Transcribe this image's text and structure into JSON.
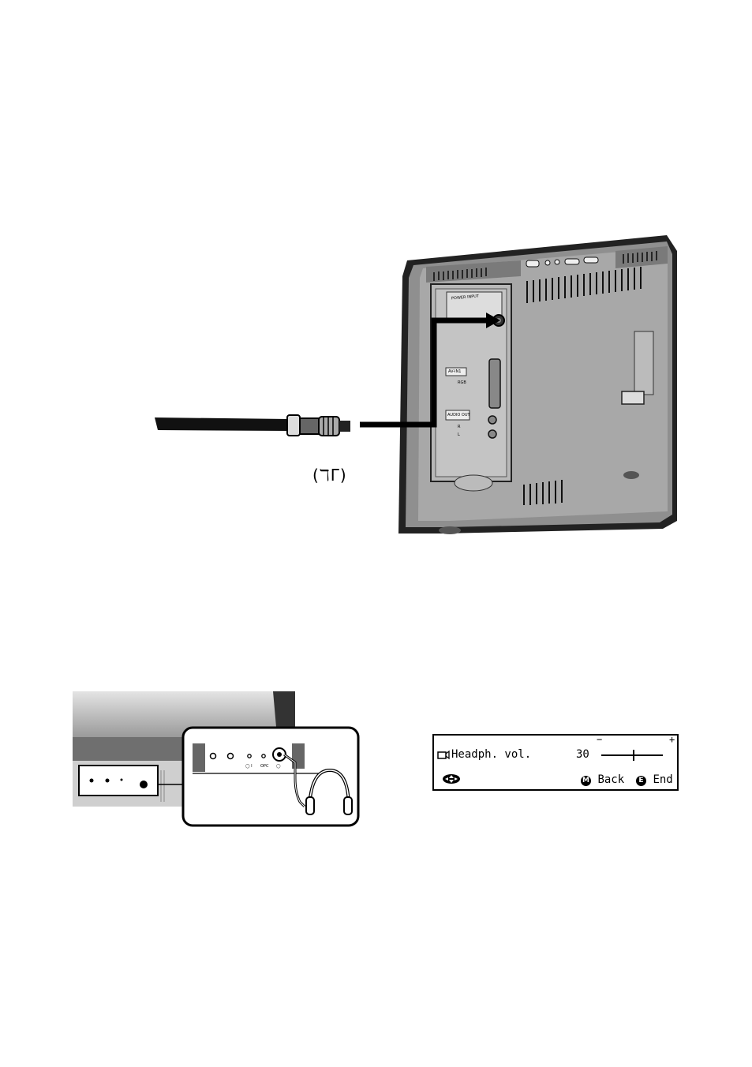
{
  "rear_panel": {
    "antenna_label": "(ℸΓ)",
    "power_label": "POWER INPUT",
    "av_label": "AV-IN1",
    "rgb_label": "RGB",
    "audio_label": "AUDIO OUT",
    "audio_r": "R",
    "audio_l": "L"
  },
  "front_panel": {
    "label_i": "◯ I",
    "label_opc": "OPC",
    "label_headphones": "◯"
  },
  "osd": {
    "title": "Headph. vol.",
    "value": "30",
    "minus": "−",
    "plus": "+",
    "level": 0.52,
    "menu_key": "M",
    "back_label": "Back",
    "end_key": "E",
    "end_label": "End"
  }
}
